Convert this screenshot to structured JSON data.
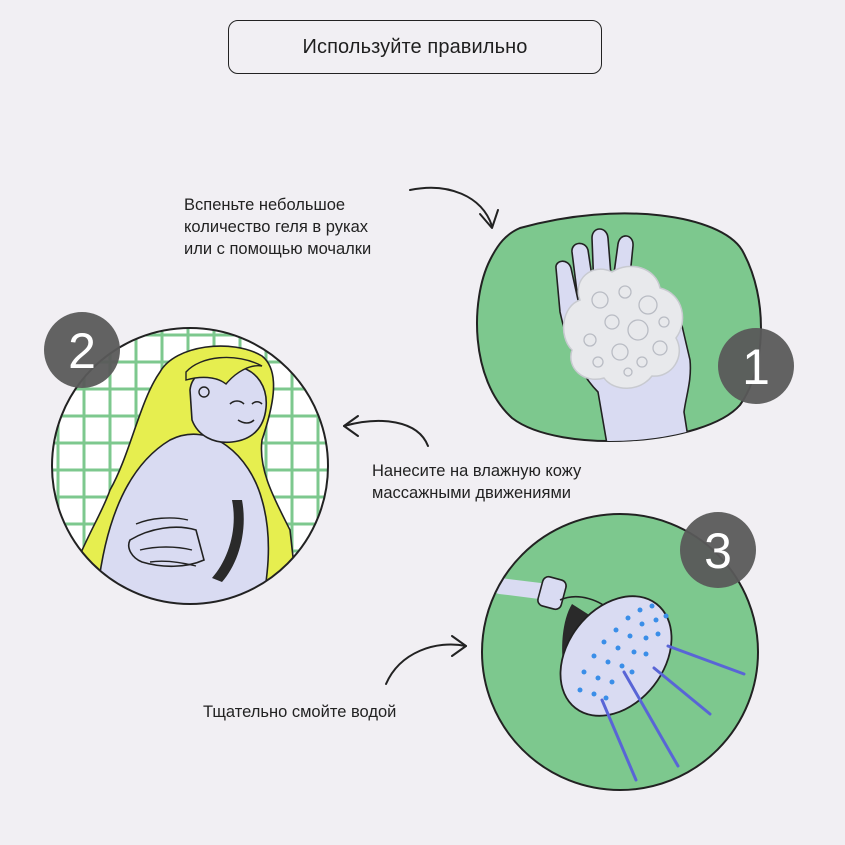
{
  "title": "Используйте правильно",
  "steps": [
    {
      "number": "1",
      "caption_lines": [
        "Вспеньте небольшое",
        "количество геля в руках",
        "или с помощью мочалки"
      ]
    },
    {
      "number": "2",
      "caption_lines": [
        "Нанесите на влажную кожу",
        "массажными движениями"
      ]
    },
    {
      "number": "3",
      "caption_lines": [
        "Тщательно смойте водой"
      ]
    }
  ],
  "colors": {
    "background": "#f1eff3",
    "green": "#7dc88e",
    "lavender": "#d9dbf2",
    "yellow": "#e6ee4f",
    "badge": "#5a5a5a",
    "water_dots": "#3a8ee8",
    "water_lines": "#5965d6"
  },
  "icons": [
    "hand-foam-icon",
    "woman-grid-icon",
    "shower-head-icon",
    "curved-arrow-icon"
  ]
}
